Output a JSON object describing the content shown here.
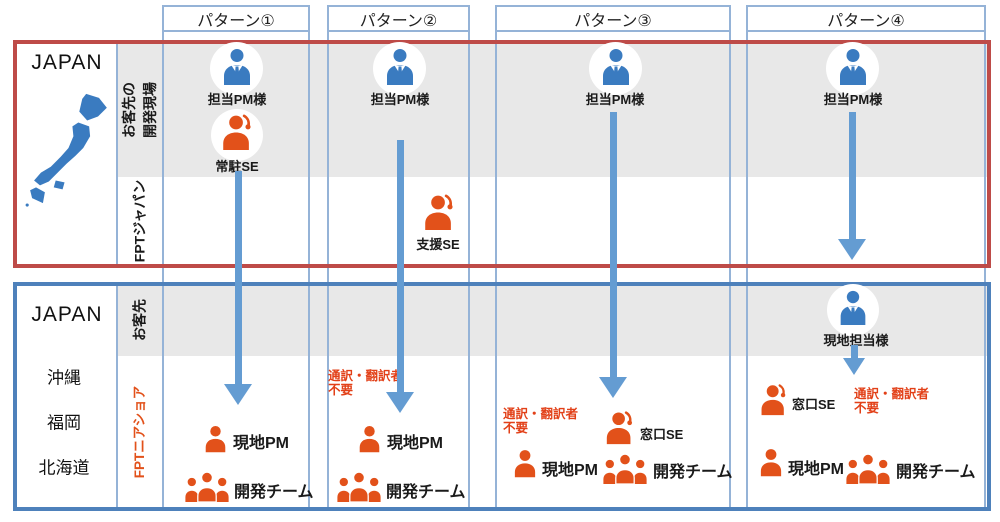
{
  "header": {
    "patterns": [
      "パターン①",
      "パターン②",
      "パターン③",
      "パターン④"
    ]
  },
  "japan_top": {
    "title": "JAPAN",
    "site_line1": "お客先の",
    "site_line2": "開発現場",
    "fpt_japan": "FPTジャパン"
  },
  "japan_bottom": {
    "title": "JAPAN",
    "cities": [
      "沖縄",
      "福岡",
      "北海道"
    ],
    "customer": "お客先",
    "fpt_nearshore": "FPTニアショア"
  },
  "labels": {
    "pm": "担当PM様",
    "resident_se": "常駐SE",
    "support_se": "支援SE",
    "contact_se": "窓口SE",
    "local_pm": "現地PM",
    "dev_team": "開発チーム",
    "local_contact": "現地担当様",
    "note_line1": "通訳・翻訳者",
    "note_line2": "不要"
  },
  "icons": {
    "business-person-icon": "blue suited person with tie",
    "headset-person-icon": "orange person wearing headset",
    "person-icon": "orange person silhouette",
    "team-icon": "three orange people group",
    "japan-map-icon": "blue map of Japan"
  },
  "colors": {
    "red_frame": "#be4b48",
    "blue_frame": "#4e81bb",
    "column_border": "#95b3d7",
    "arrow_blue": "#649cd2",
    "person_blue": "#3a7bc0",
    "person_orange": "#e2511a",
    "note_text": "#e24018",
    "band_gray": "#e8e8e8"
  }
}
